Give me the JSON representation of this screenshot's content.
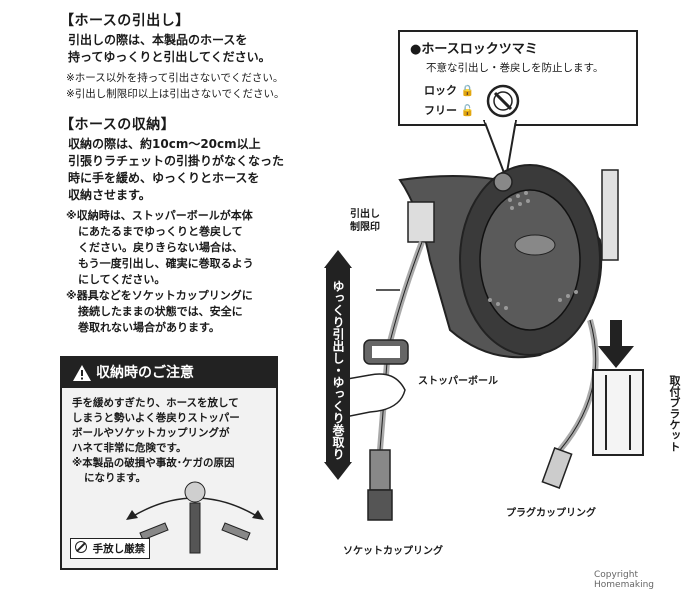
{
  "pull_section": {
    "heading": "【ホースの引出し】",
    "body": [
      "引出しの際は、本製品のホースを",
      "持ってゆっくりと引出してください。"
    ],
    "notes": [
      "※ホース以外を持って引出さないでください。",
      "※引出し制限印以上は引出さないでください。"
    ]
  },
  "store_section": {
    "heading": "【ホースの収納】",
    "body": [
      "収納の際は、約10cm～20cm以上",
      "引張りラチェットの引掛りがなくなった",
      "時に手を緩め、ゆっくりとホースを",
      "収納させます。"
    ],
    "notes": [
      "※収納時は、ストッパーボールが本体",
      "にあたるまでゆっくりと巻戻して",
      "ください。戻りきらない場合は、",
      "もう一度引出し、確実に巻取るよう",
      "にしてください。",
      "※器具などをソケットカップリングに",
      "接続したままの状態では、安全に",
      "巻取れない場合があります。"
    ]
  },
  "lock_knob": {
    "title": "●ホースロックツマミ",
    "desc": "不意な引出し・巻戻しを防止します。",
    "lock_label": "ロック",
    "free_label": "フリー"
  },
  "labels": {
    "limit_mark": [
      "引出し",
      "制限印"
    ],
    "direction": "ゆっくり引出し・ゆっくり巻取り",
    "stopper_ball": "ストッパーボール",
    "bracket": "取付ブラケット",
    "plug_coupling": "プラグカップリング",
    "socket_coupling": "ソケットカップリング"
  },
  "caution": {
    "title": "収納時のご注意",
    "body": [
      "手を緩めすぎたり、ホースを放して",
      "しまうと勢いよく巻戻りストッパー",
      "ボールやソケットカップリングが",
      "ハネて非常に危険です。",
      "※本製品の破損や事故･ケガの原因",
      "になります。"
    ],
    "prohibit": "手放し厳禁"
  },
  "footer": {
    "copyright": "Copyright Homemaking"
  },
  "colors": {
    "ink": "#1a1a1a",
    "reel_dark": "#3a3a3a",
    "reel_mid": "#6b6b6b",
    "caution_bg": "#f2f2f2"
  }
}
